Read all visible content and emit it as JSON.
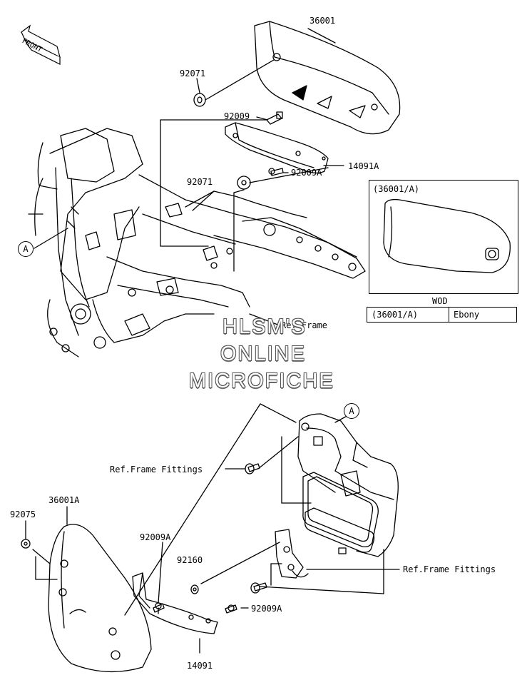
{
  "part_labels": {
    "p36001": "36001",
    "p92071_top": "92071",
    "p92009": "92009",
    "p14091A": "14091A",
    "p92071_mid": "92071",
    "p92009A_top": "92009A",
    "p36001A": "36001A",
    "p92075": "92075",
    "p92009A_mid": "92009A",
    "p92160": "92160",
    "p92009A_bot": "92009A",
    "p14091": "14091"
  },
  "ref_labels": {
    "ref_frame": "Ref.Frame",
    "ref_frame_fittings_left": "Ref.Frame Fittings",
    "ref_frame_fittings_right": "Ref.Frame Fittings"
  },
  "callouts": {
    "a_left": "A",
    "a_right": "A"
  },
  "front_indicator": "FRONT",
  "inset": {
    "title": "(36001/A)"
  },
  "color_table": {
    "header": "WOD",
    "code": "(36001/A)",
    "color": "Ebony"
  },
  "watermark": {
    "line1": "HLSM'S",
    "line2": "ONLINE",
    "line3": "MICROFICHE"
  }
}
